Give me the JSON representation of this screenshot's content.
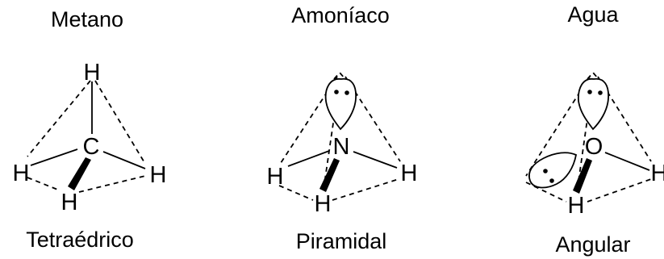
{
  "molecules": [
    {
      "name": "Metano",
      "geometry": "Tetraédrico",
      "central_atom": "C",
      "atoms": {
        "top": "H",
        "left": "H",
        "right": "H",
        "bottom": "H"
      },
      "lone_pairs": 0
    },
    {
      "name": "Amoníaco",
      "geometry": "Piramidal",
      "central_atom": "N",
      "atoms": {
        "left": "H",
        "right": "H",
        "bottom": "H"
      },
      "lone_pairs": 1
    },
    {
      "name": "Agua",
      "geometry": "Angular",
      "central_atom": "O",
      "atoms": {
        "right": "H",
        "bottom": "H"
      },
      "lone_pairs": 2
    }
  ],
  "colors": {
    "ink": "#000000",
    "background": "#ffffff"
  }
}
